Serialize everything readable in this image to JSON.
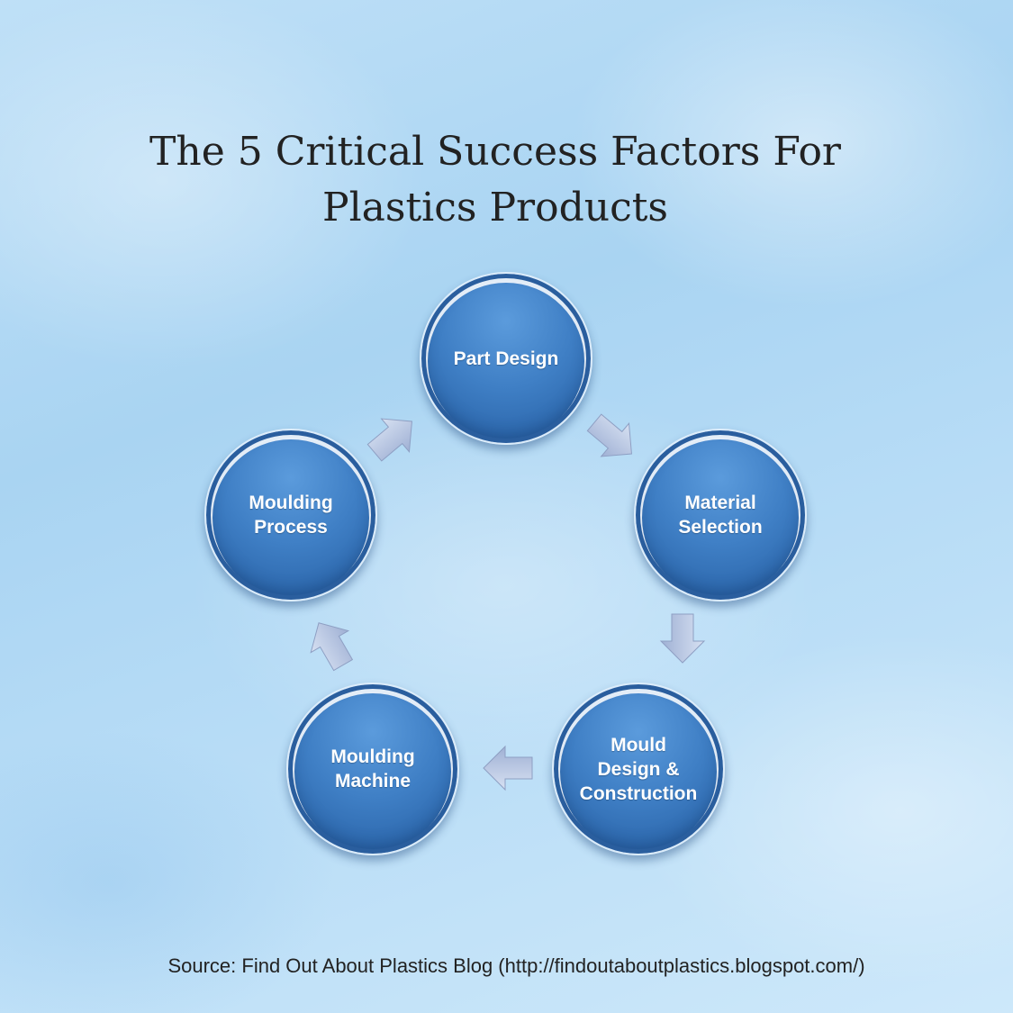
{
  "title": {
    "line1": "The 5 Critical Success Factors For",
    "line2": "Plastics Products"
  },
  "cycle": {
    "nodes": [
      {
        "label": "Part Design"
      },
      {
        "label": "Material\nSelection"
      },
      {
        "label": "Mould\nDesign &\nConstruction"
      },
      {
        "label": "Moulding\nMachine"
      },
      {
        "label": "Moulding\nProcess"
      }
    ]
  },
  "source": "Source: Find Out About Plastics Blog (http://findoutaboutplastics.blogspot.com/)",
  "colors": {
    "node_fill": "#3f7fc5",
    "node_text": "#ffffff",
    "arrow_fill": "#b6c4e0",
    "title_text": "#222222"
  }
}
